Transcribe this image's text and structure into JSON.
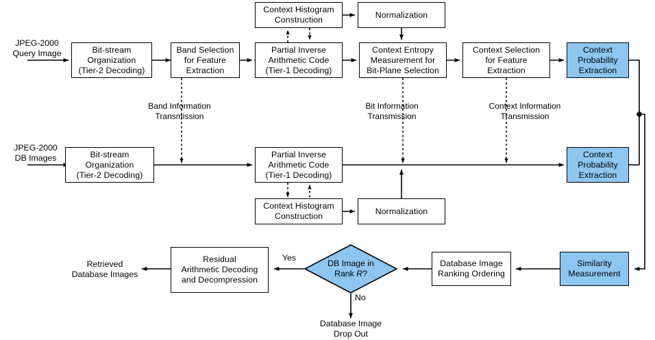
{
  "diagram": {
    "title": "JPEG-2000 compressed-domain image retrieval flowchart",
    "colors": {
      "blue_fill": "#8dc6f0",
      "stroke": "#000000",
      "background": "#ffffff"
    },
    "nodes": {
      "query_bitstream": "Bit-stream\nOrganization\n(Tier-2 Decoding)",
      "band_selection": "Band Selection\nfor Feature\nExtraction",
      "query_partial_inverse": "Partial Inverse\nArithmetic Code\n(Tier-1 Decoding)",
      "context_entropy": "Context Entropy\nMeasurement for\nBit-Plane Selection",
      "context_selection": "Context Selection\nfor Feature\nExtraction",
      "context_prob_top": "Context\nProbability\nExtraction",
      "hist_top": "Context Histogram\nConstruction",
      "norm_top": "Normalization",
      "db_bitstream": "Bit-stream\nOrganization\n(Tier-2 Decoding)",
      "db_partial_inverse": "Partial Inverse\nArithmetic Code\n(Tier-1 Decoding)",
      "context_prob_bottom": "Context\nProbability\nExtraction",
      "hist_bottom": "Context Histogram\nConstruction",
      "norm_bottom": "Normalization",
      "similarity": "Similarity\nMeasurement",
      "ranking": "Database Image\nRanking Ordering",
      "decision": "DB Image in\nRank R?",
      "residual": "Residual\nArithmetic Decoding\nand Decompression"
    },
    "labels": {
      "query_input": "JPEG-2000\nQuery Image",
      "db_input": "JPEG-2000\nDB Images",
      "band_info": "Band Information\nTransmission",
      "bit_info": "Bit Information\nTransmission",
      "context_info": "Context Information\nTransmission",
      "yes": "Yes",
      "no": "No",
      "retrieved": "Retrieved\nDatabase Images",
      "drop_out": "Database Image\nDrop Out"
    }
  }
}
